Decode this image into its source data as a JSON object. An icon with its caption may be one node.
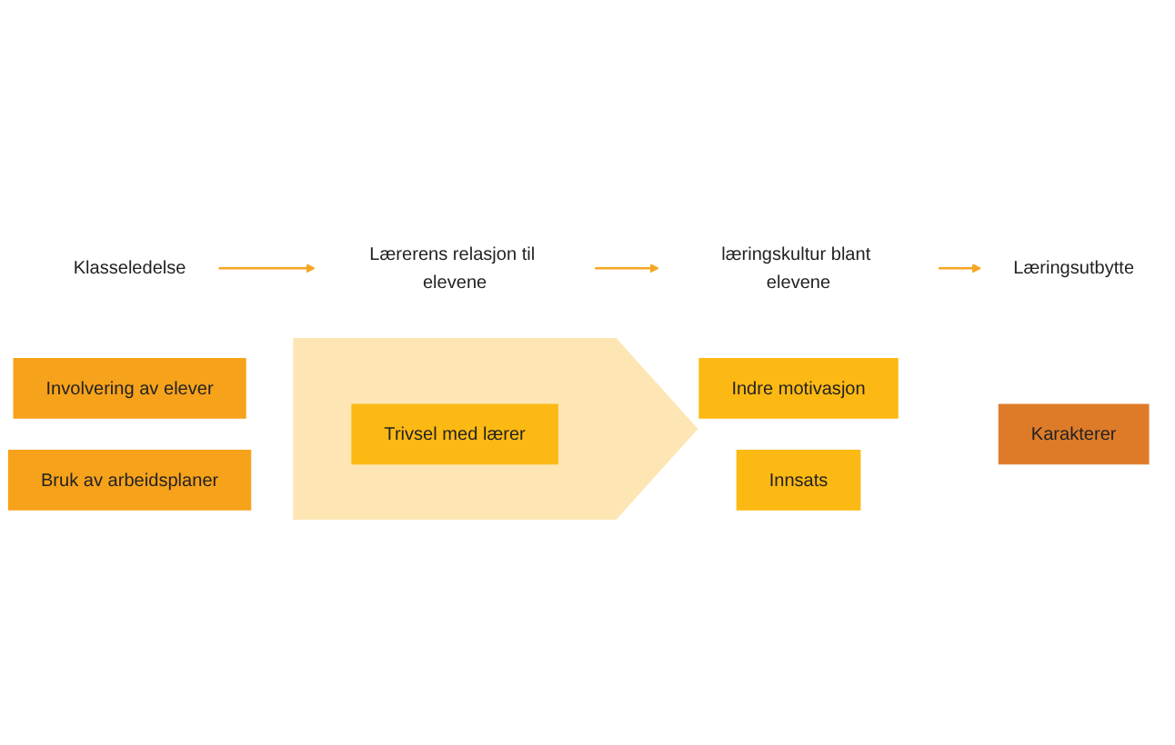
{
  "diagram": {
    "nodes": [
      {
        "text": [
          "Klasseledelse"
        ]
      },
      {
        "text": [
          "Lærerens relasjon til elevene"
        ]
      },
      {
        "text": [
          "læringskultur blant elevene"
        ]
      },
      {
        "text": [
          "Læringsutbytte"
        ]
      },
      {
        "text": [],
        "shape": "arrow"
      },
      {
        "text": [
          "Involvering av elever"
        ]
      },
      {
        "text": [
          "Indre motivasjon"
        ]
      },
      {
        "text": [
          "Trivsel med lærer"
        ],
        "in": 4
      },
      {
        "text": [
          "Karakterer"
        ]
      },
      {
        "text": [
          "Bruk av arbeidsplaner"
        ]
      },
      {
        "text": [
          "Innsats"
        ]
      }
    ],
    "edges": [
      {
        "from": 0,
        "to": 1,
        "arrow": "to"
      },
      {
        "from": 1,
        "to": 2,
        "arrow": "to"
      },
      {
        "from": 2,
        "to": 3,
        "arrow": "to"
      }
    ]
  }
}
